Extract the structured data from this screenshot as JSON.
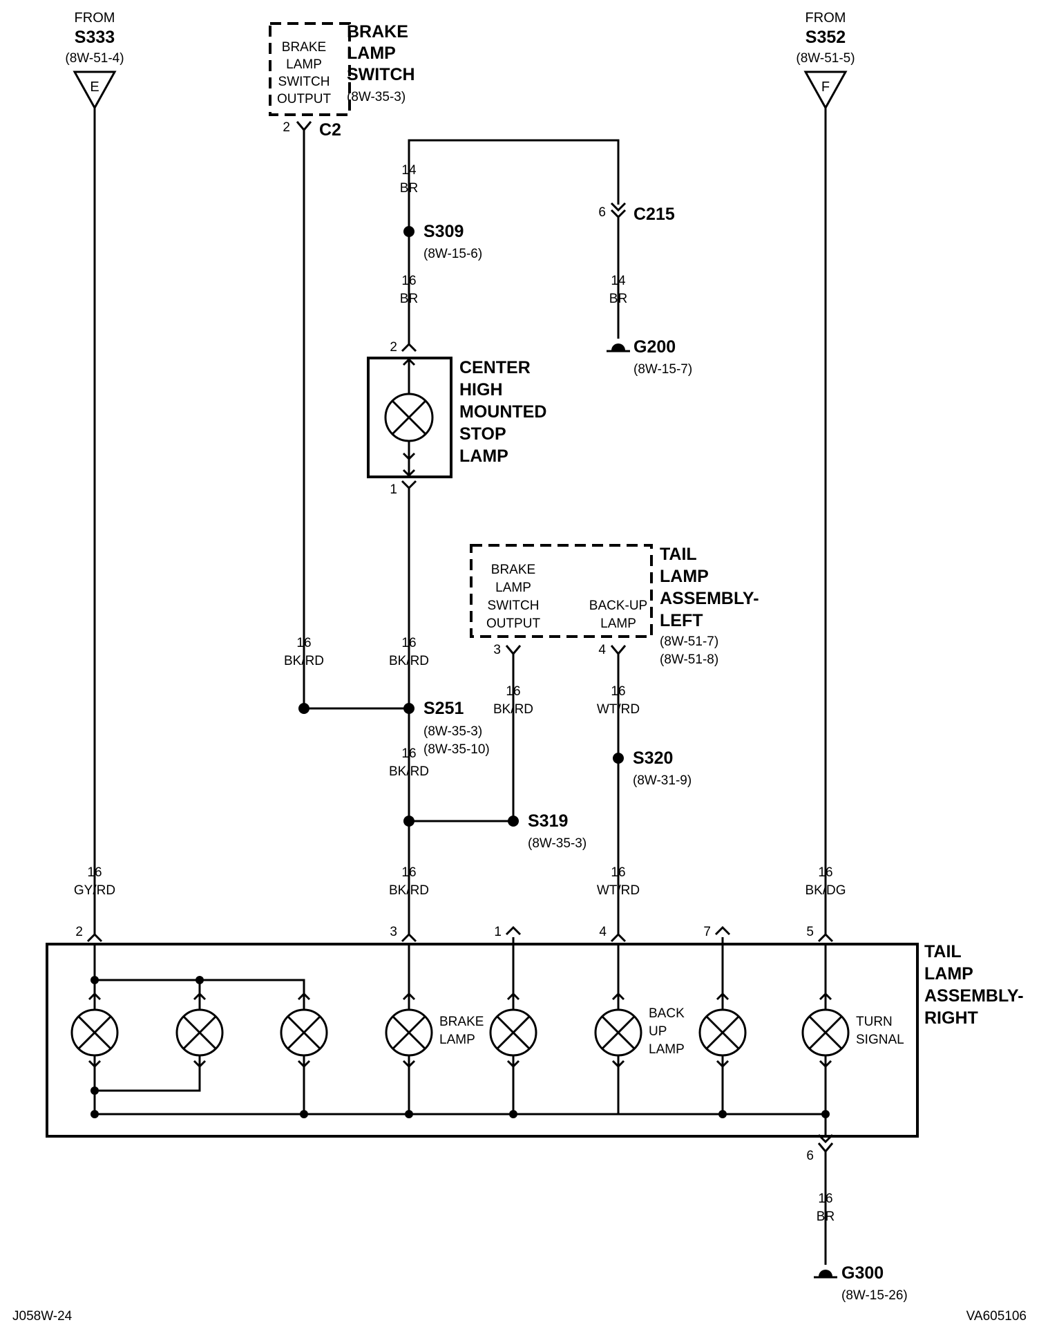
{
  "from_s333": {
    "from": "FROM",
    "splice": "S333",
    "ref": "(8W-51-4)",
    "letter": "E"
  },
  "from_s352": {
    "from": "FROM",
    "splice": "S352",
    "ref": "(8W-51-5)",
    "letter": "F"
  },
  "brake_switch": {
    "inner": [
      "BRAKE",
      "LAMP",
      "SWITCH",
      "OUTPUT"
    ],
    "title": [
      "BRAKE",
      "LAMP",
      "SWITCH"
    ],
    "ref": "(8W-35-3)",
    "pin": "2",
    "connector": "C2"
  },
  "wire_br_top": {
    "gauge": "14",
    "color": "BR"
  },
  "s309": {
    "name": "S309",
    "ref": "(8W-15-6)"
  },
  "wire_br_chmsl": {
    "gauge": "16",
    "color": "BR"
  },
  "c215": {
    "pin": "6",
    "name": "C215"
  },
  "wire_br_g200": {
    "gauge": "14",
    "color": "BR"
  },
  "g200": {
    "name": "G200",
    "ref": "(8W-15-7)"
  },
  "chmsl": {
    "title": [
      "CENTER",
      "HIGH",
      "MOUNTED",
      "STOP",
      "LAMP"
    ],
    "pin_top": "2",
    "pin_bottom": "1"
  },
  "tail_left": {
    "inner_left": [
      "BRAKE",
      "LAMP",
      "SWITCH",
      "OUTPUT"
    ],
    "inner_right": [
      "BACK-UP",
      "LAMP"
    ],
    "title": [
      "TAIL",
      "LAMP",
      "ASSEMBLY-",
      "LEFT"
    ],
    "refs": [
      "(8W-51-7)",
      "(8W-51-8)"
    ],
    "pin_a": "3",
    "pin_b": "4"
  },
  "wire_bkrd_c2": {
    "gauge": "16",
    "color": "BK/RD"
  },
  "wire_bkrd_chmsl": {
    "gauge": "16",
    "color": "BK/RD"
  },
  "s251": {
    "name": "S251",
    "refs": [
      "(8W-35-3)",
      "(8W-35-10)"
    ]
  },
  "wire_bkrd_mid": {
    "gauge": "16",
    "color": "BK/RD"
  },
  "wire_bkrd_left": {
    "gauge": "16",
    "color": "BK/RD"
  },
  "wire_wtrd_left": {
    "gauge": "16",
    "color": "WT/RD"
  },
  "s320": {
    "name": "S320",
    "ref": "(8W-31-9)"
  },
  "s319": {
    "name": "S319",
    "ref": "(8W-35-3)"
  },
  "wires_bottom": [
    {
      "gauge": "16",
      "color": "GY/RD"
    },
    {
      "gauge": "16",
      "color": "BK/RD"
    },
    {
      "gauge": "16",
      "color": "WT/RD"
    },
    {
      "gauge": "16",
      "color": "BK/DG"
    }
  ],
  "tail_right": {
    "title": [
      "TAIL",
      "LAMP",
      "ASSEMBLY-",
      "RIGHT"
    ],
    "pins": [
      "2",
      "3",
      "1",
      "4",
      "7",
      "5"
    ],
    "brake_label": [
      "BRAKE",
      "LAMP"
    ],
    "backup_label": [
      "BACK",
      "UP",
      "LAMP"
    ],
    "turn_label": [
      "TURN",
      "SIGNAL"
    ],
    "pin_ground": "6"
  },
  "wire_br_g300": {
    "gauge": "16",
    "color": "BR"
  },
  "g300": {
    "name": "G300",
    "ref": "(8W-15-26)"
  },
  "footer": {
    "left": "J058W-24",
    "right": "VA605106"
  }
}
